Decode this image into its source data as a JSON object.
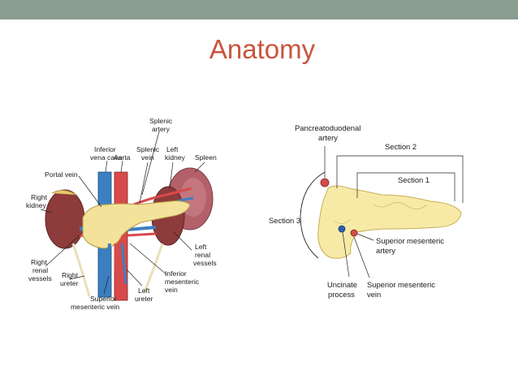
{
  "slide": {
    "title": "Anatomy",
    "colors": {
      "topbar": "#8a9d8f",
      "title": "#c8553d"
    }
  },
  "left_figure": {
    "labels": {
      "splenic_artery": [
        "Splenic",
        "artery"
      ],
      "inferior_vena_cava": [
        "Inferior",
        "vena cava"
      ],
      "aorta": [
        "Aorta"
      ],
      "splenic_vein": [
        "Splenic",
        "vein"
      ],
      "left_kidney": [
        "Left",
        "kidney"
      ],
      "spleen": [
        "Spleen"
      ],
      "portal_vein": [
        "Portal vein"
      ],
      "right_kidney": [
        "Right",
        "kidney"
      ],
      "right_renal_vessels": [
        "Right",
        "renal",
        "vessels"
      ],
      "right_ureter": [
        "Right",
        "ureter"
      ],
      "superior_mesenteric_vein": [
        "Superior",
        "mesenteric vein"
      ],
      "left_ureter": [
        "Left",
        "ureter"
      ],
      "inferior_mesenteric_vein": [
        "Inferior",
        "mesenteric",
        "vein"
      ],
      "left_renal_vessels": [
        "Left",
        "renal",
        "vessels"
      ]
    }
  },
  "right_figure": {
    "labels": {
      "pancreaticoduodenal_artery": [
        "Pancreatoduodenal",
        "artery"
      ],
      "section_2": [
        "Section 2"
      ],
      "section_1": [
        "Section 1"
      ],
      "section_3": [
        "Section 3"
      ],
      "superior_mesenteric_artery": [
        "Superior mesenteric",
        "artery"
      ],
      "uncinate_process": [
        "Uncinate",
        "process"
      ],
      "superior_mesenteric_vein": [
        "Superior mesenteric",
        "vein"
      ]
    }
  }
}
